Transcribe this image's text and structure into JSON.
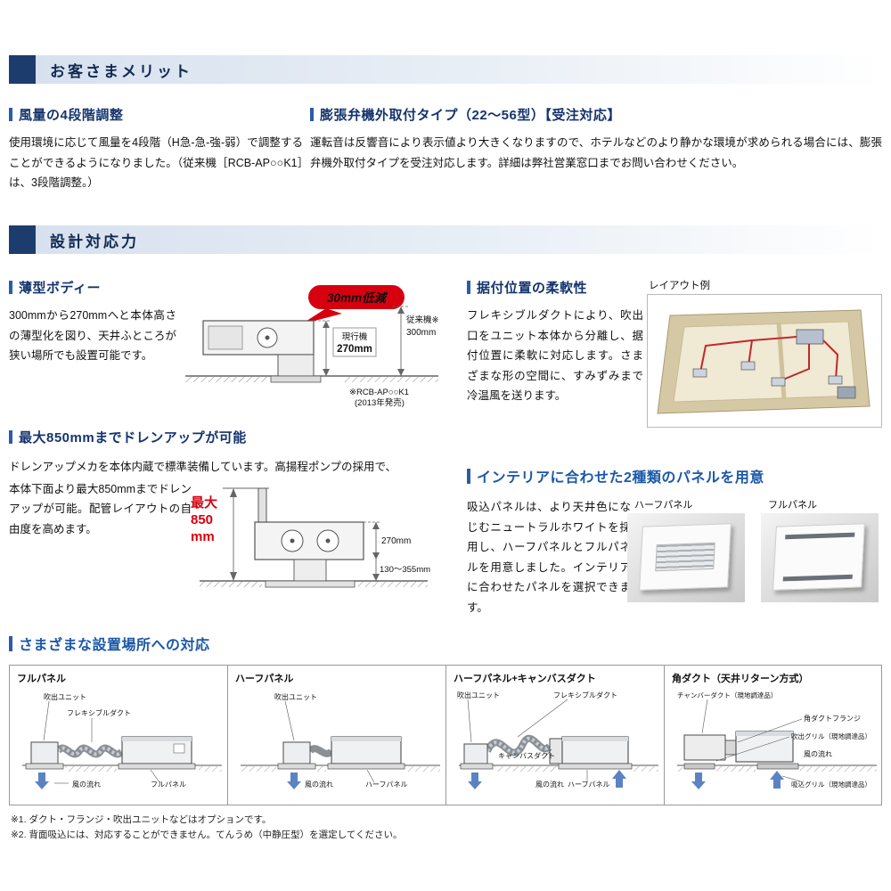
{
  "merit": {
    "section_title": "お客さまメリット",
    "airflow": {
      "heading": "風量の4段階調整",
      "body": "使用環境に応じて風量を4段階（H急-急-強-弱）で調整することができるようになりました。（従来機［RCB-AP○○K1］は、3段階調整。）"
    },
    "valve": {
      "heading": "膨張弁機外取付タイプ（22～56型）【受注対応】",
      "body": "運転音は反響音により表示値より大きくなりますので、ホテルなどのより静かな環境が求められる場合には、膨張弁機外取付タイプを受注対応します。詳細は弊社営業窓口までお問い合わせください。"
    }
  },
  "design": {
    "section_title": "設計対応力",
    "thin": {
      "heading": "薄型ボディー",
      "body": "300mmから270mmへと本体高さの薄型化を図り、天井ふところが狭い場所でも設置可能です。",
      "callout": "30mm低減",
      "cur_label": "現行機",
      "cur_value": "270mm",
      "old_label": "従来機※",
      "old_value": "300mm",
      "note1": "※RCB-AP○○K1",
      "note2": "(2013年発売)"
    },
    "flex": {
      "heading": "据付位置の柔軟性",
      "body": "フレキシブルダクトにより、吹出口をユニット本体から分離し、据付位置に柔軟に対応します。さまざまな形の空間に、すみずみまで冷温風を送ります。",
      "layout_label": "レイアウト例"
    },
    "drain": {
      "heading": "最大850mmまでドレンアップが可能",
      "body1": "ドレンアップメカを本体内蔵で標準装備しています。高揚程ポンプの採用で、",
      "body2": "本体下面より最大850mmまでドレンアップが可能。配管レイアウトの自由度を高めます。",
      "max_label": "最大850mm",
      "dim_height": "270mm",
      "dim_range": "130～355mm"
    },
    "panel": {
      "heading": "インテリアに合わせた2種類のパネルを用意",
      "body": "吸込パネルは、より天井色になじむニュートラルホワイトを採用し、ハーフパネルとフルパネルを用意しました。インテリアに合わせたパネルを選択できます。",
      "half_label": "ハーフパネル",
      "full_label": "フルパネル"
    }
  },
  "install": {
    "heading": "さまざまな設置場所への対応",
    "cells": [
      {
        "title": "フルパネル",
        "labels": [
          "吹出ユニット",
          "フレキシブルダクト",
          "風の流れ",
          "フルパネル"
        ]
      },
      {
        "title": "ハーフパネル",
        "labels": [
          "吹出ユニット",
          "風の流れ",
          "ハーフパネル"
        ]
      },
      {
        "title": "ハーフパネル+キャンバスダクト",
        "labels": [
          "吹出ユニット",
          "フレキシブルダクト",
          "キャンバスダクト",
          "風の流れ",
          "ハーフパネル"
        ]
      },
      {
        "title": "角ダクト（天井リターン方式）",
        "labels": [
          "チャンバーダクト（現地調達品）",
          "角ダクトフランジ",
          "吹出グリル（現地調達品）",
          "風の流れ",
          "吸込グリル（現地調達品）"
        ]
      }
    ],
    "notes": [
      "※1. ダクト・フランジ・吹出ユニットなどはオプションです。",
      "※2. 背面吸込には、対応することができません。てんうめ（中静圧型）を選定してください。"
    ]
  },
  "colors": {
    "accent_navy": "#1d3c6e",
    "accent_blue": "#2a5caa",
    "alert_red": "#d7000f",
    "airflow_arrow_blue": "#5b83c4"
  }
}
